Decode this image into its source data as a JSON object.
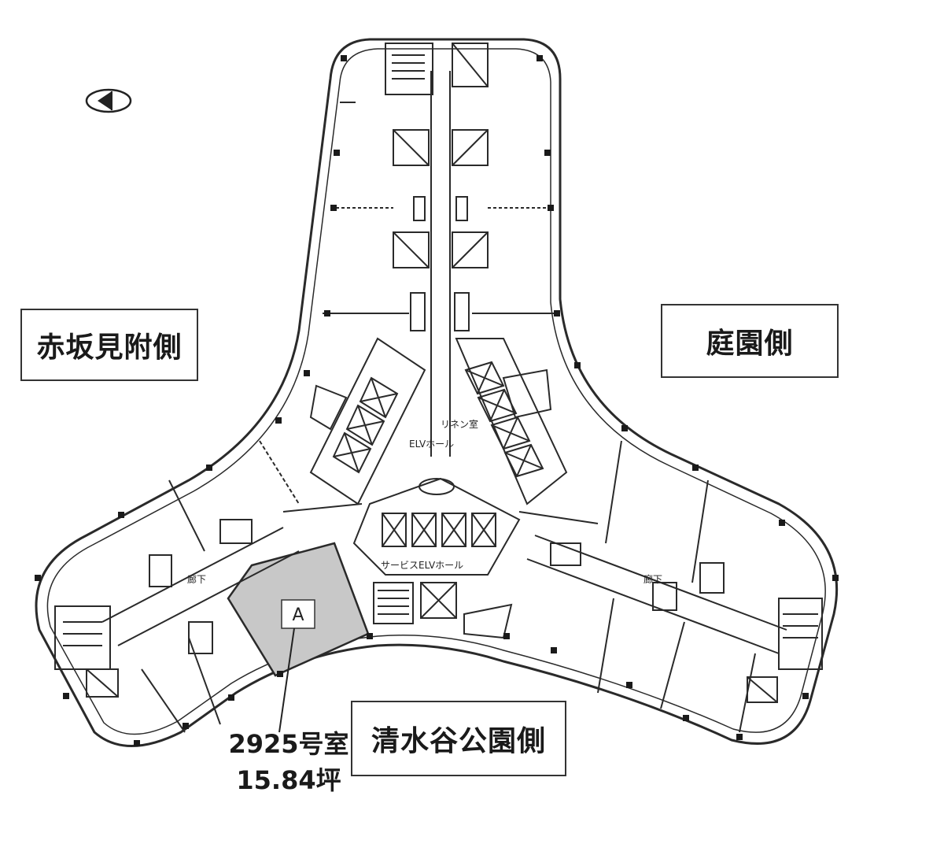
{
  "labels": {
    "akasaka_side": "赤坂見附側",
    "garden_side": "庭園側",
    "shimizudani_side": "清水谷公園側",
    "room_number": "2925号室",
    "room_area": "15.84坪",
    "room_marker": "A",
    "elv_hall": "ELVホール",
    "service_elv_hall": "サービスELVホール",
    "linen_room": "リネン室",
    "corridor_left": "廊下",
    "corridor_right": "廊下"
  },
  "colors": {
    "wall": "#2a2a2a",
    "highlight": "#c8c8c8",
    "column": "#1a1a1a"
  },
  "icons": {
    "compass": "north-arrow-icon"
  }
}
